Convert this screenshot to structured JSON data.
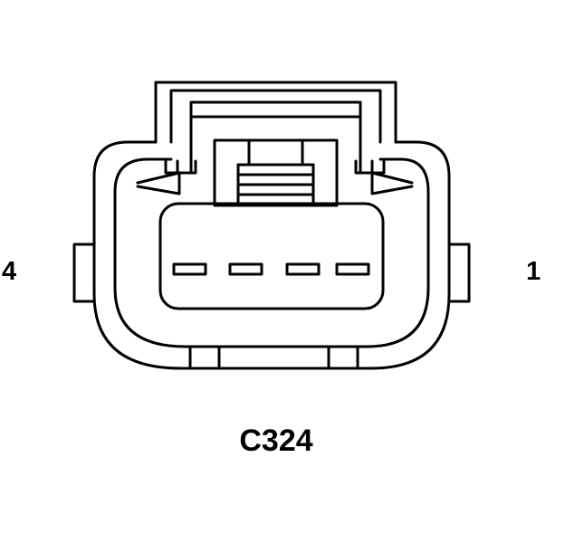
{
  "diagram": {
    "connector_id": "C324",
    "pin_labels": {
      "left": "4",
      "right": "1"
    },
    "pin_count": 4,
    "line_color": "#000000",
    "background_color": "#ffffff"
  }
}
